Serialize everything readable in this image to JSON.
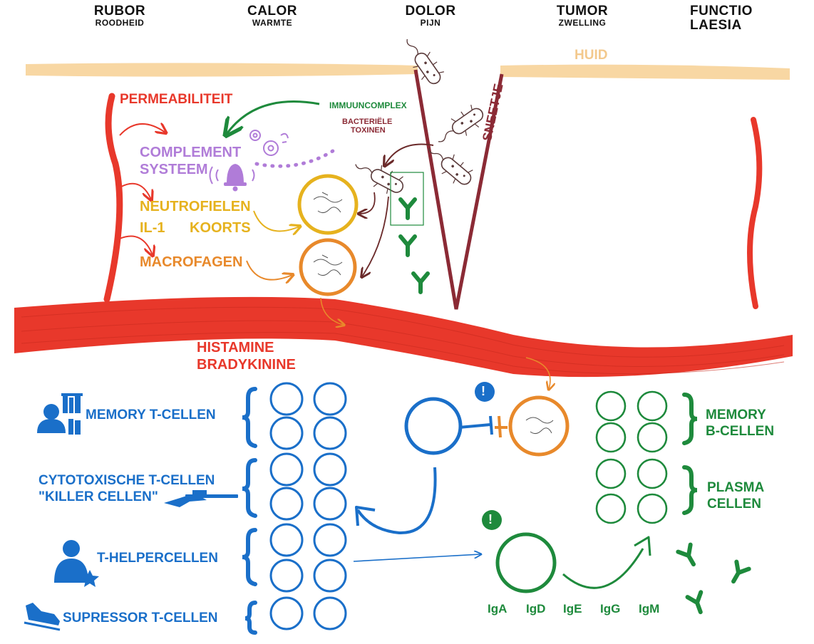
{
  "cardinal_signs": [
    {
      "main": "RUBOR",
      "sub": "ROODHEID"
    },
    {
      "main": "CALOR",
      "sub": "WARMTE"
    },
    {
      "main": "DOLOR",
      "sub": "PIJN"
    },
    {
      "main": "TUMOR",
      "sub": "ZWELLING"
    },
    {
      "main": "FUNCTIO",
      "sub": "LAESIA"
    }
  ],
  "labels": {
    "huid": "HUID",
    "permeabiliteit": "PERMEABILITEIT",
    "immuuncomplex": "IMMUUNCOMPLEX",
    "bacteriele_line1": "BACTERIËLE",
    "bacteriele_line2": "TOXINEN",
    "sneetje": "SNEETJE",
    "complement_line1": "COMPLEMENT",
    "complement_line2": "SYSTEEM",
    "neutrofielen": "NEUTROFIELEN",
    "il1": "IL-1",
    "koorts": "KOORTS",
    "macrofagen": "MACROFAGEN",
    "histamine": "HISTAMINE",
    "bradykinine": "BRADYKININE",
    "memory_t": "MEMORY T-CELLEN",
    "cytotox_line1": "CYTOTOXISCHE T-CELLEN",
    "cytotox_line2": "\"KILLER CELLEN\"",
    "t_helper": "T-HELPERCELLEN",
    "supressor": "SUPRESSOR T-CELLEN",
    "memory_b_line1": "MEMORY",
    "memory_b_line2": "B-CELLEN",
    "plasma_line1": "PLASMA",
    "plasma_line2": "CELLEN",
    "alert": "!",
    "immunoglobulins": [
      "IgA",
      "IgD",
      "IgE",
      "IgG",
      "IgM"
    ]
  },
  "colors": {
    "vessel": "#e8382b",
    "skin": "#f8d7a3",
    "wound": "#8b2a35",
    "green": "#1e8a3c",
    "blue": "#1a6fc9",
    "orange": "#e8892b",
    "yellow": "#e6b21e",
    "purple": "#b07cd8"
  },
  "icons": [
    "bacteria-icon",
    "antibody-icon",
    "gear-icon",
    "bell-icon",
    "person-books-icon",
    "rifle-icon",
    "person-star-icon",
    "shoe-icon",
    "alert-icon"
  ]
}
